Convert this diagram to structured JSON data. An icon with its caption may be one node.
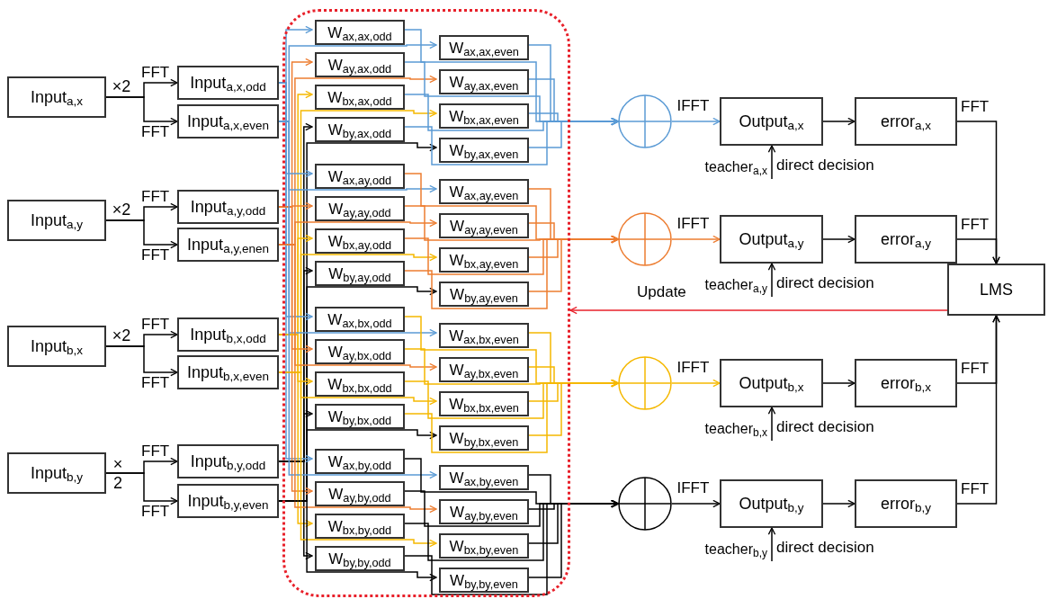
{
  "diagram": {
    "nodes": [
      {
        "text": [
          "Input$_{a,x}$"
        ]
      },
      {
        "text": [
          "Input$_{a,y}$"
        ]
      },
      {
        "text": [
          "Input$_{b,x}$"
        ]
      },
      {
        "text": [
          "Input$_{b,y}$"
        ]
      },
      {
        "text": [
          "Input$_{a,x,odd}$"
        ]
      },
      {
        "text": [
          "Input$_{a,x,even}$"
        ]
      },
      {
        "text": [
          "Input$_{a,y,odd}$"
        ]
      },
      {
        "text": [
          "Input$_{a,y,enen}$"
        ]
      },
      {
        "text": [
          "Input$_{b,x,odd}$"
        ]
      },
      {
        "text": [
          "Input$_{b,x,even}$"
        ]
      },
      {
        "text": [
          "Input$_{b,y,odd}$"
        ]
      },
      {
        "text": [
          "Input$_{b,y,even}$"
        ]
      },
      {
        "text": [],
        "shape": "box"
      },
      {
        "text": [
          "W$_{ax,ax,odd}$"
        ],
        "in": 12
      },
      {
        "text": [
          "W$_{ay,ax,odd}$"
        ],
        "in": 12
      },
      {
        "text": [
          "W$_{bx,ax,odd}$"
        ],
        "in": 12
      },
      {
        "text": [
          "W$_{by,ax,odd}$"
        ],
        "in": 12
      },
      {
        "text": [
          "W$_{ax,ax,even}$"
        ],
        "in": 12
      },
      {
        "text": [
          "W$_{ay,ax,even}$"
        ],
        "in": 12
      },
      {
        "text": [
          "W$_{bx,ax,even}$"
        ],
        "in": 12
      },
      {
        "text": [
          "W$_{by,ax,even}$"
        ],
        "in": 12
      },
      {
        "text": [
          "W$_{ax,ay,odd}$"
        ],
        "in": 12
      },
      {
        "text": [
          "W$_{ay,ay,odd}$"
        ],
        "in": 12
      },
      {
        "text": [
          "W$_{bx,ay,odd}$"
        ],
        "in": 12
      },
      {
        "text": [
          "W$_{by,ay,odd}$"
        ],
        "in": 12
      },
      {
        "text": [
          "W$_{ax,ay,even}$"
        ],
        "in": 12
      },
      {
        "text": [
          "W$_{ay,ay,even}$"
        ],
        "in": 12
      },
      {
        "text": [
          "W$_{bx,ay,even}$"
        ],
        "in": 12
      },
      {
        "text": [
          "W$_{by,ay,even}$"
        ],
        "in": 12
      },
      {
        "text": [
          "W$_{ax,bx,odd}$"
        ],
        "in": 12
      },
      {
        "text": [
          "W$_{ay,bx,odd}$"
        ],
        "in": 12
      },
      {
        "text": [
          "W$_{bx,bx,odd}$"
        ],
        "in": 12
      },
      {
        "text": [
          "W$_{by,bx,odd}$"
        ],
        "in": 12
      },
      {
        "text": [
          "W$_{ax,bx,even}$"
        ],
        "in": 12
      },
      {
        "text": [
          "W$_{ay,bx,even}$"
        ],
        "in": 12
      },
      {
        "text": [
          "W$_{bx,bx,even}$"
        ],
        "in": 12
      },
      {
        "text": [
          "W$_{by,bx,even}$"
        ],
        "in": 12
      },
      {
        "text": [
          "W$_{ax,by,odd}$"
        ],
        "in": 12
      },
      {
        "text": [
          "W$_{ay,by,odd}$"
        ],
        "in": 12
      },
      {
        "text": [
          "W$_{bx,by,odd}$"
        ],
        "in": 12
      },
      {
        "text": [
          "W$_{by,by,odd}$"
        ],
        "in": 12
      },
      {
        "text": [
          "W$_{ax,by,even}$"
        ],
        "in": 12
      },
      {
        "text": [
          "W$_{ay,by,even}$"
        ],
        "in": 12
      },
      {
        "text": [
          "W$_{bx,by,even}$"
        ],
        "in": 12
      },
      {
        "text": [
          "W$_{by,by,even}$"
        ],
        "in": 12
      },
      {
        "text": [],
        "shape": "circle"
      },
      {
        "text": [],
        "shape": "circle"
      },
      {
        "text": [],
        "shape": "circle"
      },
      {
        "text": [],
        "shape": "circle"
      },
      {
        "text": [
          "Output$_{a,x}$"
        ]
      },
      {
        "text": [
          "Output$_{a,y}$"
        ]
      },
      {
        "text": [
          "Output$_{b,x}$"
        ]
      },
      {
        "text": [
          "Output$_{b,y}$"
        ]
      },
      {
        "text": [
          "error$_{a,x}$"
        ]
      },
      {
        "text": [
          "error$_{a,y}$"
        ]
      },
      {
        "text": [
          "error$_{b,x}$"
        ]
      },
      {
        "text": [
          "error$_{b,y}$"
        ]
      },
      {
        "text": [
          "LMS"
        ]
      },
      {
        "text": [
          "teacher$_{a,x}$"
        ]
      },
      {
        "text": [
          "teacher$_{a,y}$"
        ]
      },
      {
        "text": [
          "teacher$_{b,x}$"
        ]
      },
      {
        "text": [
          "teacher$_{b,y}$"
        ]
      }
    ],
    "edges": [
      {
        "from": 0,
        "to": 4,
        "arrow": "to",
        "label": "FFT"
      },
      {
        "from": 0,
        "to": 5,
        "arrow": "to",
        "label": "FFT"
      },
      {
        "from": 1,
        "to": 6,
        "arrow": "to",
        "label": "FFT"
      },
      {
        "from": 1,
        "to": 7,
        "arrow": "to",
        "label": "FFT"
      },
      {
        "from": 2,
        "to": 8,
        "arrow": "to",
        "label": "FFT"
      },
      {
        "from": 2,
        "to": 9,
        "arrow": "to",
        "label": "FFT"
      },
      {
        "from": 3,
        "to": 10,
        "arrow": "to",
        "label": "FFT"
      },
      {
        "from": 3,
        "to": 11,
        "arrow": "to",
        "label": "FFT"
      },
      {
        "from": 4,
        "to": 13,
        "arrow": "to",
        "color": "#5b9bd5"
      },
      {
        "from": 6,
        "to": 14,
        "arrow": "to",
        "color": "#ed7d31"
      },
      {
        "from": 8,
        "to": 15,
        "arrow": "to",
        "color": "#f5b800"
      },
      {
        "from": 10,
        "to": 16,
        "arrow": "to"
      },
      {
        "from": 5,
        "to": 17,
        "arrow": "to",
        "color": "#5b9bd5"
      },
      {
        "from": 7,
        "to": 18,
        "arrow": "to",
        "color": "#ed7d31"
      },
      {
        "from": 9,
        "to": 19,
        "arrow": "to",
        "color": "#f5b800"
      },
      {
        "from": 11,
        "to": 20,
        "arrow": "to"
      },
      {
        "from": 4,
        "to": 21,
        "arrow": "to",
        "color": "#5b9bd5"
      },
      {
        "from": 6,
        "to": 22,
        "arrow": "to",
        "color": "#ed7d31"
      },
      {
        "from": 8,
        "to": 23,
        "arrow": "to",
        "color": "#f5b800"
      },
      {
        "from": 10,
        "to": 24,
        "arrow": "to"
      },
      {
        "from": 5,
        "to": 25,
        "arrow": "to",
        "color": "#5b9bd5"
      },
      {
        "from": 7,
        "to": 26,
        "arrow": "to",
        "color": "#ed7d31"
      },
      {
        "from": 9,
        "to": 27,
        "arrow": "to",
        "color": "#f5b800"
      },
      {
        "from": 11,
        "to": 28,
        "arrow": "to"
      },
      {
        "from": 4,
        "to": 29,
        "arrow": "to",
        "color": "#5b9bd5"
      },
      {
        "from": 6,
        "to": 30,
        "arrow": "to",
        "color": "#ed7d31"
      },
      {
        "from": 8,
        "to": 31,
        "arrow": "to",
        "color": "#f5b800"
      },
      {
        "from": 10,
        "to": 32,
        "arrow": "to"
      },
      {
        "from": 5,
        "to": 33,
        "arrow": "to",
        "color": "#5b9bd5"
      },
      {
        "from": 7,
        "to": 34,
        "arrow": "to",
        "color": "#ed7d31"
      },
      {
        "from": 9,
        "to": 35,
        "arrow": "to",
        "color": "#f5b800"
      },
      {
        "from": 11,
        "to": 36,
        "arrow": "to"
      },
      {
        "from": 4,
        "to": 37,
        "arrow": "to",
        "color": "#5b9bd5"
      },
      {
        "from": 6,
        "to": 38,
        "arrow": "to",
        "color": "#ed7d31"
      },
      {
        "from": 8,
        "to": 39,
        "arrow": "to",
        "color": "#f5b800"
      },
      {
        "from": 10,
        "to": 40,
        "arrow": "to"
      },
      {
        "from": 5,
        "to": 41,
        "arrow": "to",
        "color": "#5b9bd5"
      },
      {
        "from": 7,
        "to": 42,
        "arrow": "to",
        "color": "#ed7d31"
      },
      {
        "from": 9,
        "to": 43,
        "arrow": "to",
        "color": "#f5b800"
      },
      {
        "from": 11,
        "to": 44,
        "arrow": "to"
      },
      {
        "from": 13,
        "to": 45,
        "arrow": "to",
        "color": "#5b9bd5"
      },
      {
        "from": 14,
        "to": 45,
        "arrow": "to",
        "color": "#5b9bd5"
      },
      {
        "from": 15,
        "to": 45,
        "arrow": "to",
        "color": "#5b9bd5"
      },
      {
        "from": 16,
        "to": 45,
        "arrow": "to",
        "color": "#5b9bd5"
      },
      {
        "from": 17,
        "to": 45,
        "arrow": "to",
        "color": "#5b9bd5"
      },
      {
        "from": 18,
        "to": 45,
        "arrow": "to",
        "color": "#5b9bd5"
      },
      {
        "from": 19,
        "to": 45,
        "arrow": "to",
        "color": "#5b9bd5"
      },
      {
        "from": 20,
        "to": 45,
        "arrow": "to",
        "color": "#5b9bd5"
      },
      {
        "from": 21,
        "to": 46,
        "arrow": "to",
        "color": "#ed7d31"
      },
      {
        "from": 22,
        "to": 46,
        "arrow": "to",
        "color": "#ed7d31"
      },
      {
        "from": 23,
        "to": 46,
        "arrow": "to",
        "color": "#ed7d31"
      },
      {
        "from": 24,
        "to": 46,
        "arrow": "to",
        "color": "#ed7d31"
      },
      {
        "from": 25,
        "to": 46,
        "arrow": "to",
        "color": "#ed7d31"
      },
      {
        "from": 26,
        "to": 46,
        "arrow": "to",
        "color": "#ed7d31"
      },
      {
        "from": 27,
        "to": 46,
        "arrow": "to",
        "color": "#ed7d31"
      },
      {
        "from": 28,
        "to": 46,
        "arrow": "to",
        "color": "#ed7d31"
      },
      {
        "from": 29,
        "to": 47,
        "arrow": "to",
        "color": "#f5b800"
      },
      {
        "from": 30,
        "to": 47,
        "arrow": "to",
        "color": "#f5b800"
      },
      {
        "from": 31,
        "to": 47,
        "arrow": "to",
        "color": "#f5b800"
      },
      {
        "from": 32,
        "to": 47,
        "arrow": "to",
        "color": "#f5b800"
      },
      {
        "from": 33,
        "to": 47,
        "arrow": "to",
        "color": "#f5b800"
      },
      {
        "from": 34,
        "to": 47,
        "arrow": "to",
        "color": "#f5b800"
      },
      {
        "from": 35,
        "to": 47,
        "arrow": "to",
        "color": "#f5b800"
      },
      {
        "from": 36,
        "to": 47,
        "arrow": "to",
        "color": "#f5b800"
      },
      {
        "from": 37,
        "to": 48,
        "arrow": "to"
      },
      {
        "from": 38,
        "to": 48,
        "arrow": "to"
      },
      {
        "from": 39,
        "to": 48,
        "arrow": "to"
      },
      {
        "from": 40,
        "to": 48,
        "arrow": "to"
      },
      {
        "from": 41,
        "to": 48,
        "arrow": "to"
      },
      {
        "from": 42,
        "to": 48,
        "arrow": "to"
      },
      {
        "from": 43,
        "to": 48,
        "arrow": "to"
      },
      {
        "from": 44,
        "to": 48,
        "arrow": "to"
      },
      {
        "from": 45,
        "to": 49,
        "arrow": "to",
        "label": "IFFT",
        "color": "#5b9bd5"
      },
      {
        "from": 46,
        "to": 50,
        "arrow": "to",
        "label": "IFFT",
        "color": "#ed7d31"
      },
      {
        "from": 47,
        "to": 51,
        "arrow": "to",
        "label": "IFFT",
        "color": "#f5b800"
      },
      {
        "from": 48,
        "to": 52,
        "arrow": "to",
        "label": "IFFT"
      },
      {
        "from": 49,
        "to": 53,
        "arrow": "to"
      },
      {
        "from": 50,
        "to": 54,
        "arrow": "to"
      },
      {
        "from": 51,
        "to": 55,
        "arrow": "to"
      },
      {
        "from": 52,
        "to": 56,
        "arrow": "to"
      },
      {
        "from": 53,
        "to": 57,
        "arrow": "to",
        "label": "FFT"
      },
      {
        "from": 54,
        "to": 57,
        "arrow": "to",
        "label": "FFT"
      },
      {
        "from": 55,
        "to": 57,
        "arrow": "to",
        "label": "FFT"
      },
      {
        "from": 56,
        "to": 57,
        "arrow": "to",
        "label": "FFT"
      },
      {
        "from": 57,
        "to": 12,
        "arrow": "to",
        "label": "Update",
        "color": "#e8202a"
      },
      {
        "from": 58,
        "to": 49,
        "arrow": "to",
        "label": "direct decision"
      },
      {
        "from": 59,
        "to": 50,
        "arrow": "to",
        "label": "direct decision"
      },
      {
        "from": 60,
        "to": 51,
        "arrow": "to",
        "label": "direct decision"
      },
      {
        "from": 61,
        "to": 52,
        "arrow": "to",
        "label": "direct decision"
      }
    ],
    "labels": [
      "×2",
      "×2",
      "×2",
      "× 2"
    ]
  }
}
